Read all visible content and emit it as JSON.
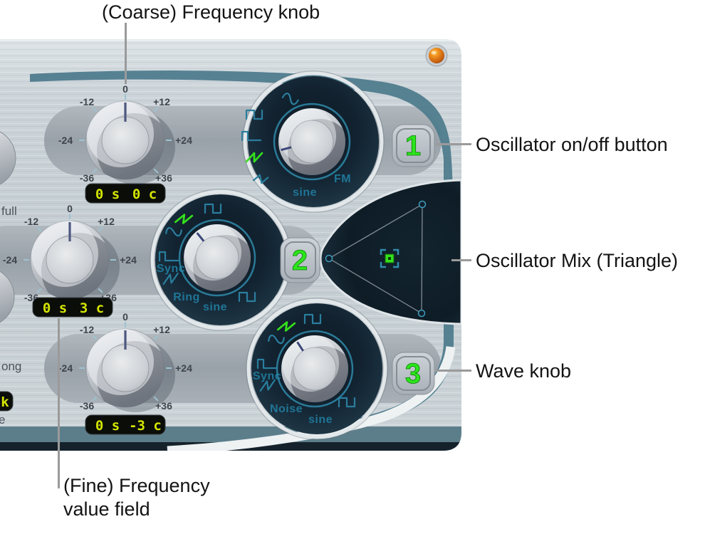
{
  "callouts": {
    "coarse_frequency_knob": "(Coarse) Frequency knob",
    "oscillator_on_off_button": "Oscillator on/off button",
    "oscillator_mix": "Oscillator Mix (Triangle)",
    "wave_knob": "Wave knob",
    "fine_frequency_line1": "(Fine) Frequency",
    "fine_frequency_line2": "value field"
  },
  "frequency_scale": {
    "zero": "0",
    "minus12": "-12",
    "plus12": "+12",
    "minus24": "-24",
    "plus24": "+24",
    "minus36": "-36",
    "plus36": "+36"
  },
  "oscillators": [
    {
      "number": "1",
      "freq_value_semitones": "0 s",
      "freq_value_cents": "0 c",
      "selected_wave": "sawtooth",
      "wave_labels": {
        "sine": "sine",
        "fm": "FM"
      }
    },
    {
      "number": "2",
      "freq_value_semitones": "0 s",
      "freq_value_cents": "3 c",
      "selected_wave": "sawtooth",
      "wave_labels": {
        "sync": "Sync",
        "ring": "Ring",
        "sine": "sine"
      }
    },
    {
      "number": "3",
      "freq_value_semitones": "0 s",
      "freq_value_cents": "-3 c",
      "selected_wave": "sawtooth",
      "wave_labels": {
        "sync": "Sync",
        "noise": "Noise",
        "sine": "sine"
      }
    }
  ],
  "left_edge_partials": {
    "full": "full",
    "ong": "ong",
    "value_k": "k",
    "e": "e"
  },
  "colors": {
    "panel": "#c7d0d5",
    "swoosh_teal": "#4f7c8d",
    "wave_icon_teal": "#2a7e9e",
    "selected_green": "#35e01c",
    "lcd_text": "#d3e500",
    "led_orange": "#e8821a",
    "digit_green": "#2ce51b"
  }
}
